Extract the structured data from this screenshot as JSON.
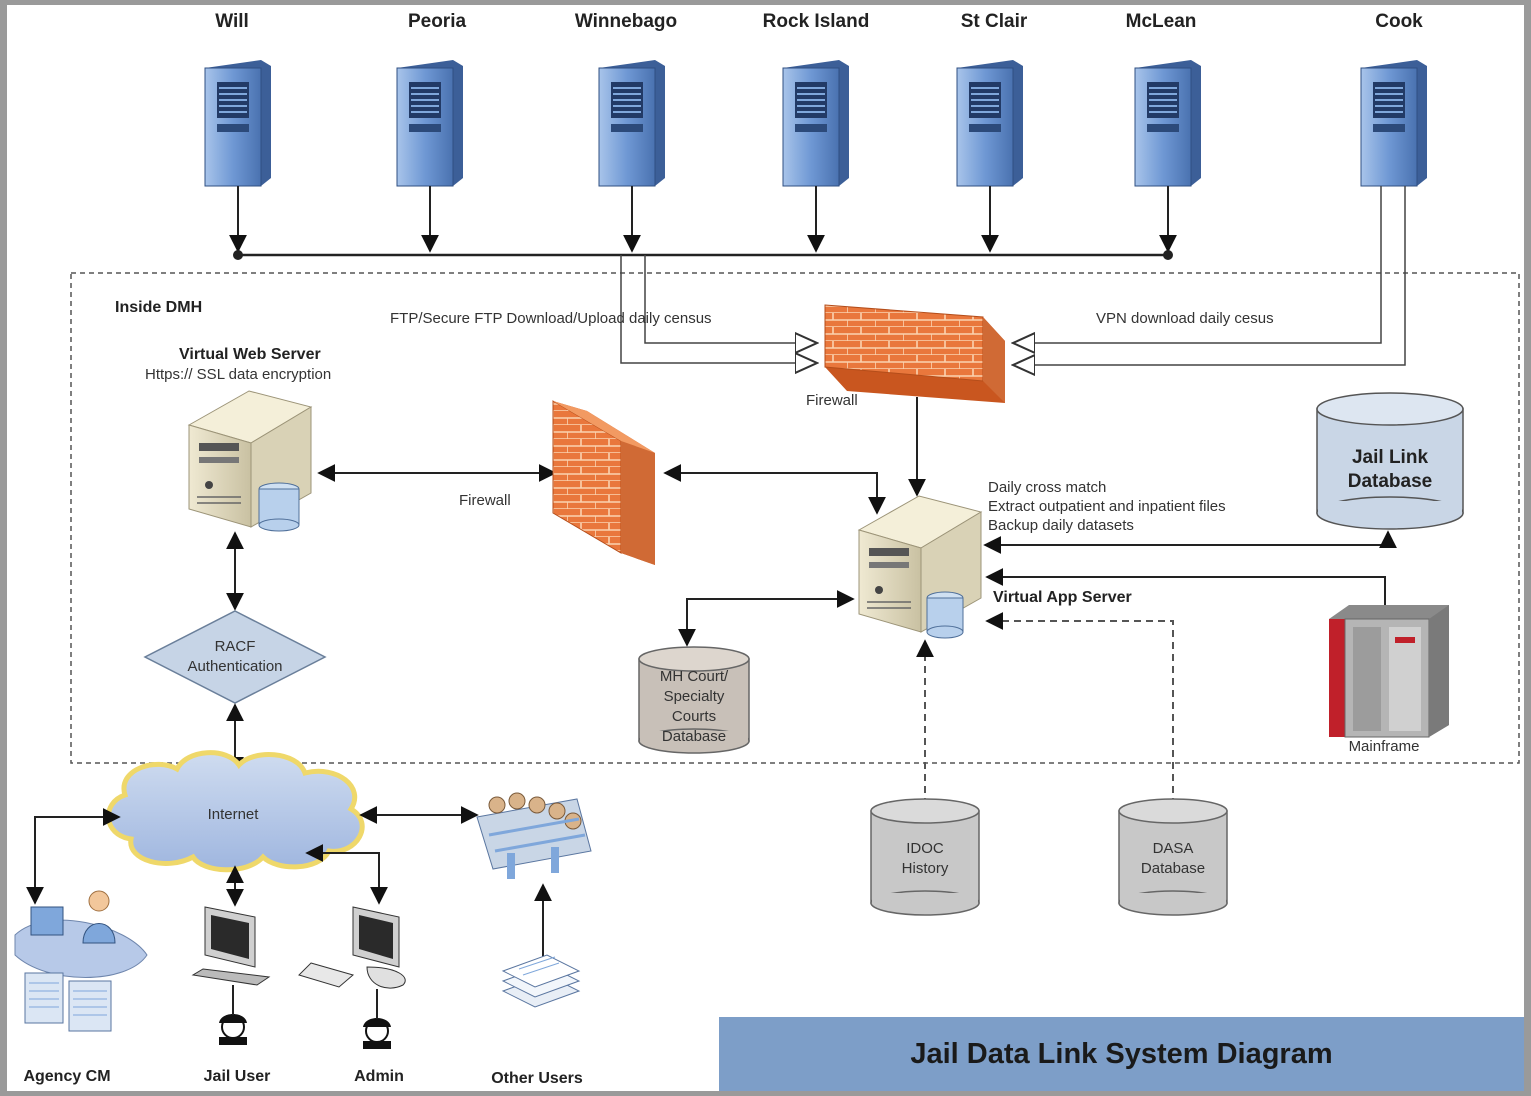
{
  "title": "Jail Data Link System Diagram",
  "counties": [
    "Will",
    "Peoria",
    "Winnebago",
    "Rock Island",
    "St Clair",
    "McLean",
    "Cook"
  ],
  "boundary_label": "Inside DMH",
  "ftp_label": "FTP/Secure FTP Download/Upload daily census",
  "vpn_label": "VPN download daily cesus",
  "firewall_top_label": "Firewall",
  "firewall_mid_label": "Firewall",
  "web_server": {
    "title": "Virtual Web Server",
    "subtitle": "Https:// SSL data encryption"
  },
  "racf": [
    "RACF",
    "Authentication"
  ],
  "internet_label": "Internet",
  "app_server": {
    "label": "Virtual App Server",
    "tasks": [
      "Daily cross match",
      "Extract outpatient and inpatient files",
      "Backup daily datasets"
    ]
  },
  "jail_link_db": [
    "Jail Link",
    "Database"
  ],
  "mh_court_db": [
    "MH Court/",
    "Specialty",
    "Courts",
    "Database"
  ],
  "mainframe_label": "Mainframe",
  "idoc_db": [
    "IDOC",
    "History"
  ],
  "dasa_db": [
    "DASA",
    "Database"
  ],
  "users": [
    "Agency CM",
    "Jail User",
    "Admin",
    "Other Users"
  ],
  "colors": {
    "server_blue": "#7fa7db",
    "firewall_orange": "#e8763a",
    "db_blue": "#c9d6e6",
    "db_gray": "#c8c8c8",
    "cloud": "#b7c9e8",
    "cloud_border": "#f0e080",
    "title_bar": "#7d9ec8",
    "mainframe_red": "#c0202a"
  }
}
